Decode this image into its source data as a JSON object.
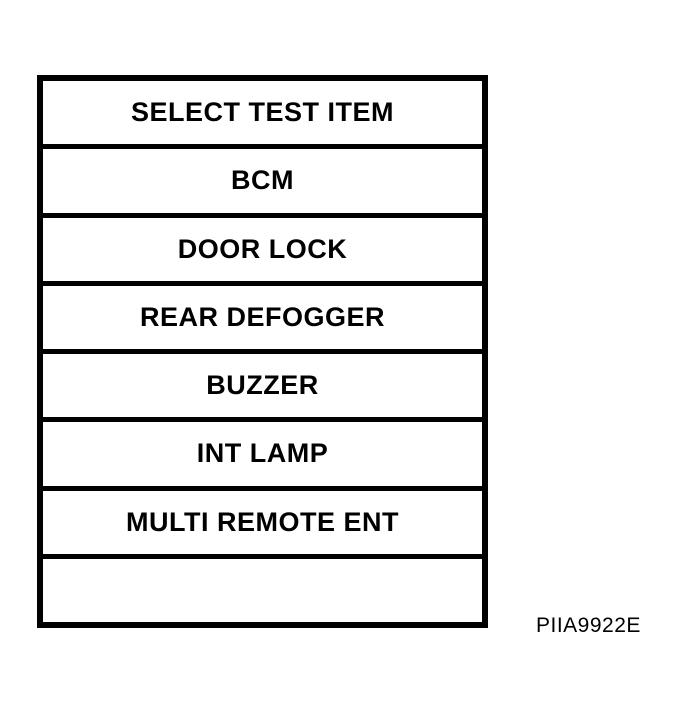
{
  "screen": {
    "title": "SELECT TEST ITEM",
    "items": [
      {
        "label": "BCM"
      },
      {
        "label": "DOOR LOCK"
      },
      {
        "label": "REAR DEFOGGER"
      },
      {
        "label": "BUZZER"
      },
      {
        "label": "INT LAMP"
      },
      {
        "label": "MULTI REMOTE ENT"
      }
    ],
    "empty_row": ""
  },
  "figure_code": "PIIA9922E",
  "colors": {
    "foreground": "#000000",
    "background": "#ffffff"
  }
}
